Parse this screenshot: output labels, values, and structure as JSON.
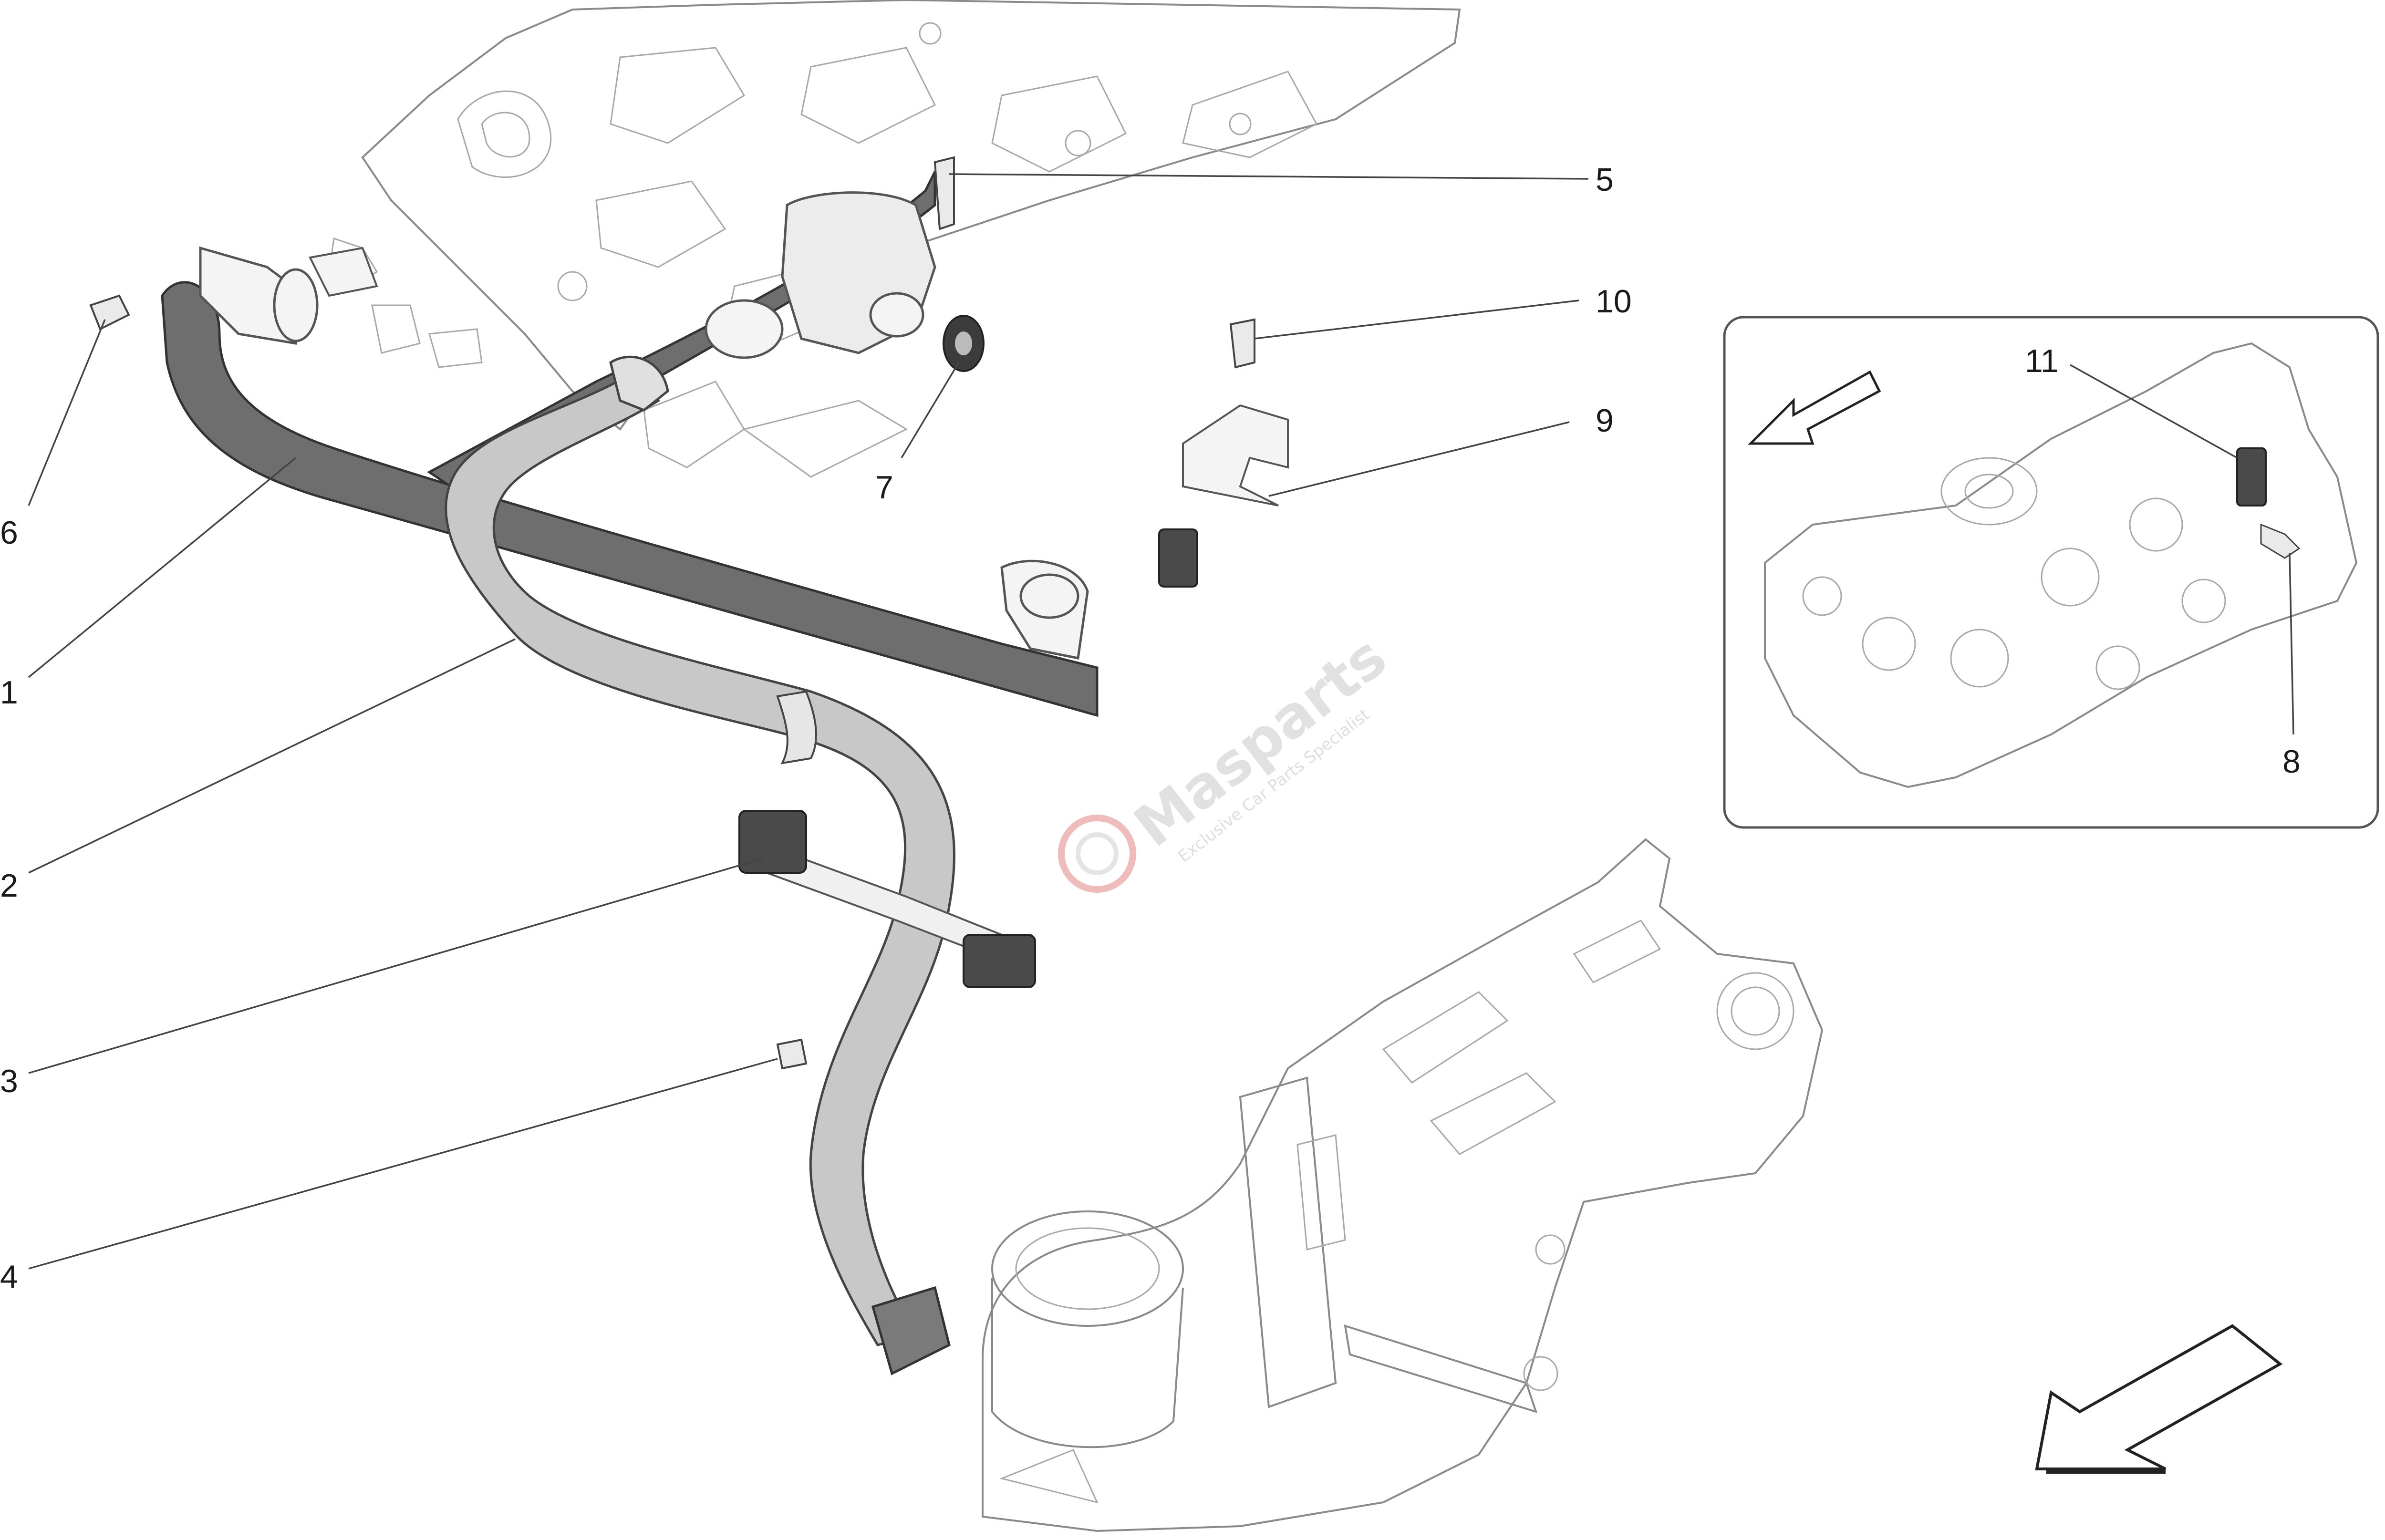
{
  "diagram": {
    "callouts": [
      {
        "id": "c1",
        "label": "1"
      },
      {
        "id": "c2",
        "label": "2"
      },
      {
        "id": "c3",
        "label": "3"
      },
      {
        "id": "c4",
        "label": "4"
      },
      {
        "id": "c5",
        "label": "5"
      },
      {
        "id": "c6",
        "label": "6"
      },
      {
        "id": "c7",
        "label": "7"
      },
      {
        "id": "c8",
        "label": "8"
      },
      {
        "id": "c9",
        "label": "9"
      },
      {
        "id": "c10",
        "label": "10"
      },
      {
        "id": "c11",
        "label": "11"
      }
    ],
    "watermark": {
      "brand": "Masparts",
      "tagline": "Exclusive Car Parts Specialist"
    },
    "colors": {
      "dark_hose": "#6e6e6e",
      "light_hose": "#c8c8c8",
      "outline": "#8a8a8a",
      "watermark_accent": "#e8a0a0"
    }
  }
}
